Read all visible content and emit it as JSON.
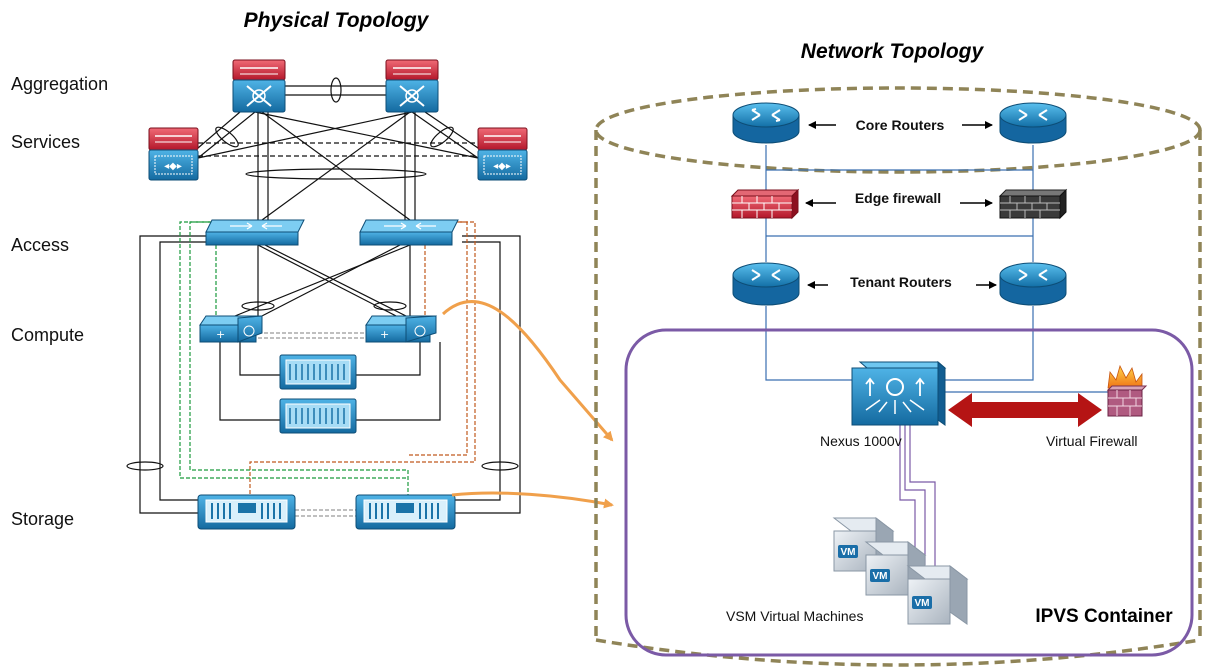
{
  "titles": {
    "physical": "Physical Topology",
    "network": "Network Topology"
  },
  "layers": {
    "aggregation": "Aggregation",
    "services": "Services",
    "access": "Access",
    "compute": "Compute",
    "storage": "Storage"
  },
  "network": {
    "core_routers": "Core Routers",
    "edge_firewall": "Edge firewall",
    "tenant_routers": "Tenant Routers",
    "nexus": "Nexus 1000v",
    "virtual_firewall": "Virtual Firewall",
    "vsm": "VSM Virtual Machines",
    "container": "IPVS Container",
    "vm_label": "VM"
  },
  "colors": {
    "device_blue": "#1e8fc8",
    "device_red": "#d42a3c",
    "container_border": "#7b5aa6",
    "cylinder_border": "#8f8457",
    "arrow_orange": "#f0a04b",
    "double_arrow": "#b51414",
    "link_blue": "#3a6fb0"
  }
}
